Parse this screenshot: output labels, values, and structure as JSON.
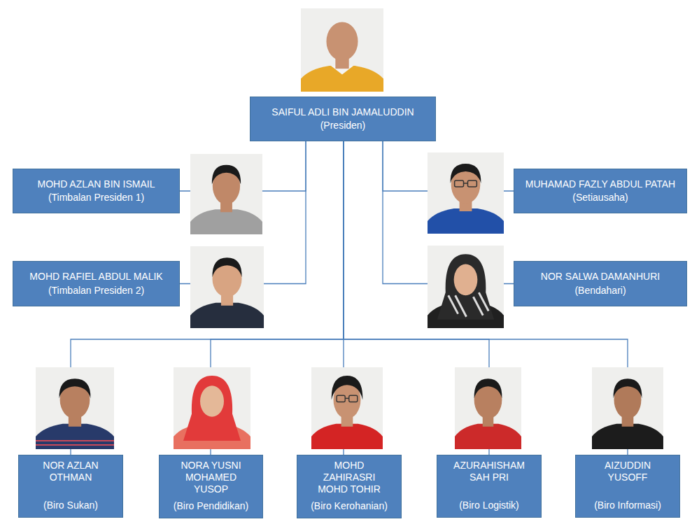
{
  "diagram": {
    "nodes": [
      {
        "text": [
          "SAIFUL ADLI BIN JAMALUDDIN",
          "(Presiden)"
        ]
      },
      {
        "text": [
          "MOHD AZLAN BIN ISMAIL",
          "(Timbalan Presiden 1)"
        ]
      },
      {
        "text": [
          "MUHAMAD FAZLY ABDUL PATAH",
          "(Setiausaha)"
        ]
      },
      {
        "text": [
          "MOHD RAFIEL ABDUL MALIK",
          "(Timbalan Presiden 2)"
        ]
      },
      {
        "text": [
          "NOR SALWA DAMANHURI",
          "(Bendahari)"
        ]
      },
      {
        "text": [
          "NOR AZLAN OTHMAN",
          "(Biro Sukan)"
        ]
      },
      {
        "text": [
          "NORA YUSNI MOHAMED YUSOP",
          "(Biro Pendidikan)"
        ]
      },
      {
        "text": [
          "MOHD ZAHIRASRI MOHD TOHIR",
          "(Biro Kerohanian)"
        ]
      },
      {
        "text": [
          "AZURAHISHAM SAH PRI",
          "(Biro Logistik)"
        ]
      },
      {
        "text": [
          "AIZUDDIN YUSOFF",
          "(Biro Informasi)"
        ]
      }
    ],
    "edges": [
      {
        "from": 0,
        "to": 1,
        "arrow": "none"
      },
      {
        "from": 0,
        "to": 2,
        "arrow": "none"
      },
      {
        "from": 0,
        "to": 3,
        "arrow": "none"
      },
      {
        "from": 0,
        "to": 4,
        "arrow": "none"
      },
      {
        "from": 0,
        "to": 5,
        "arrow": "none"
      },
      {
        "from": 0,
        "to": 6,
        "arrow": "none"
      },
      {
        "from": 0,
        "to": 7,
        "arrow": "none"
      },
      {
        "from": 0,
        "to": 8,
        "arrow": "none"
      },
      {
        "from": 0,
        "to": 9,
        "arrow": "none"
      }
    ]
  }
}
